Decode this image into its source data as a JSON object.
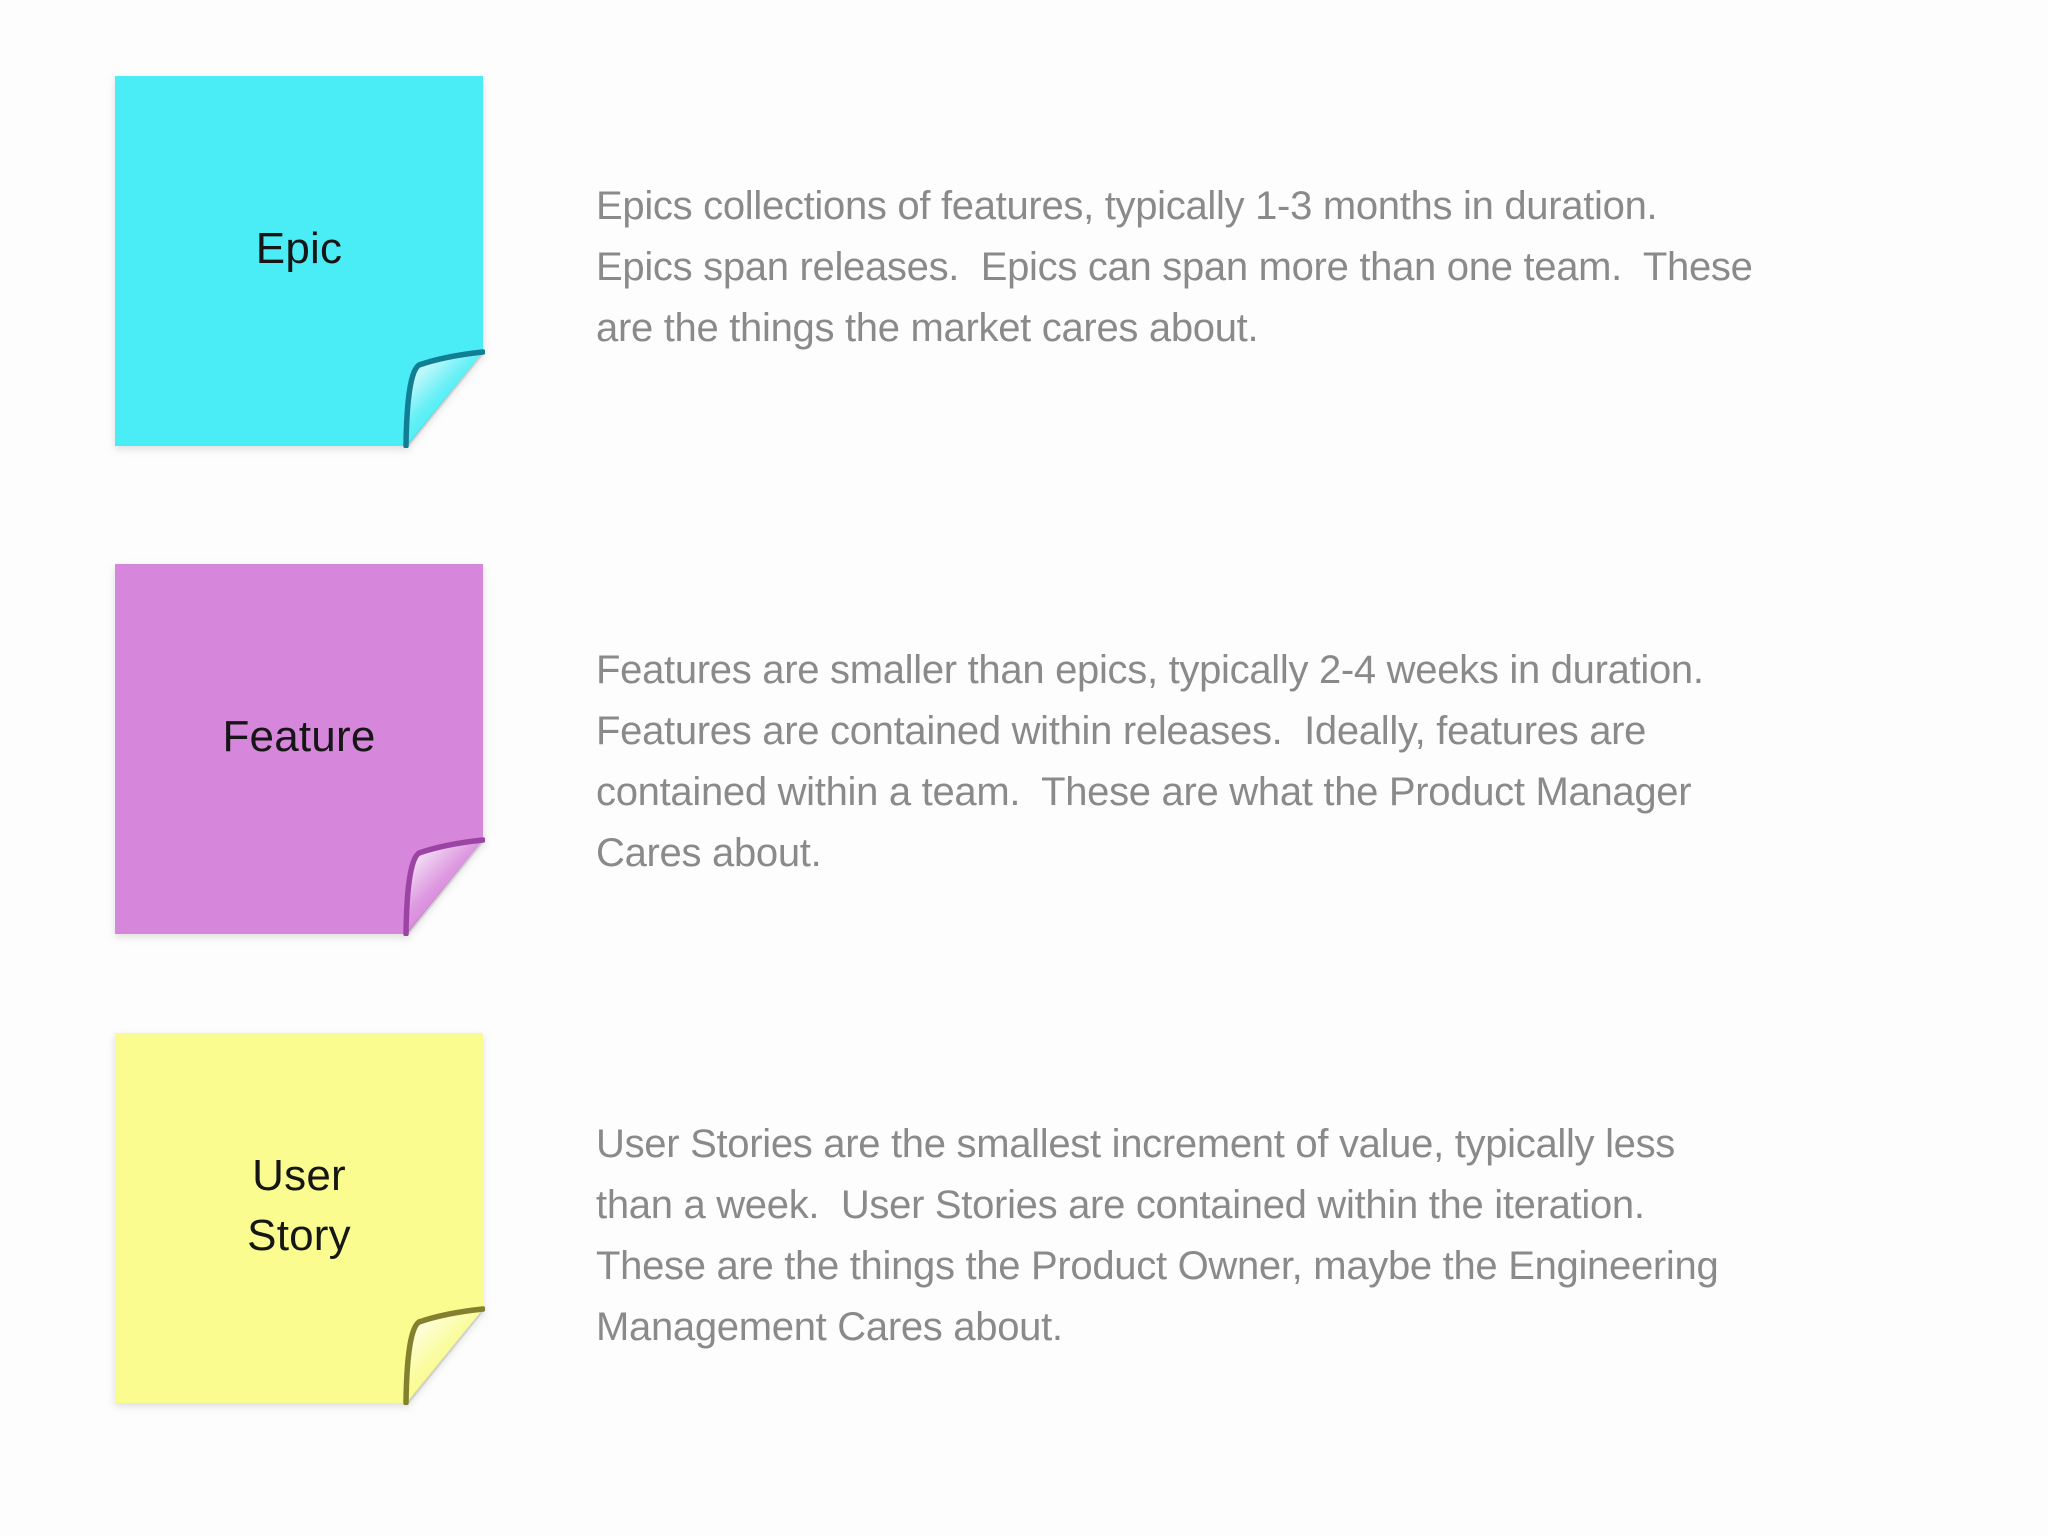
{
  "slide": {
    "background_color": "#fdfdfd",
    "description_text_color": "#8a8a8a",
    "label_text_color": "#161616"
  },
  "notes": [
    {
      "id": "epic",
      "label": "Epic",
      "color": "#4AEDF5",
      "edge_color": "#127E93",
      "description": "Epics collections of features, typically 1-3 months in duration.\nEpics span releases.  Epics can span more than one team.  These\nare the things the market cares about."
    },
    {
      "id": "feature",
      "label": "Feature",
      "color": "#D787DB",
      "edge_color": "#9C44A4",
      "description": "Features are smaller than epics, typically 2-4 weeks in duration.\nFeatures are contained within releases.  Ideally, features are\ncontained within a team.  These are what the Product Manager\nCares about."
    },
    {
      "id": "user-story",
      "label": "User\nStory",
      "color": "#FAFC8F",
      "edge_color": "#83802E",
      "description": "User Stories are the smallest increment of value, typically less\nthan a week.  User Stories are contained within the iteration.\nThese are the things the Product Owner, maybe the Engineering\nManagement Cares about."
    }
  ]
}
